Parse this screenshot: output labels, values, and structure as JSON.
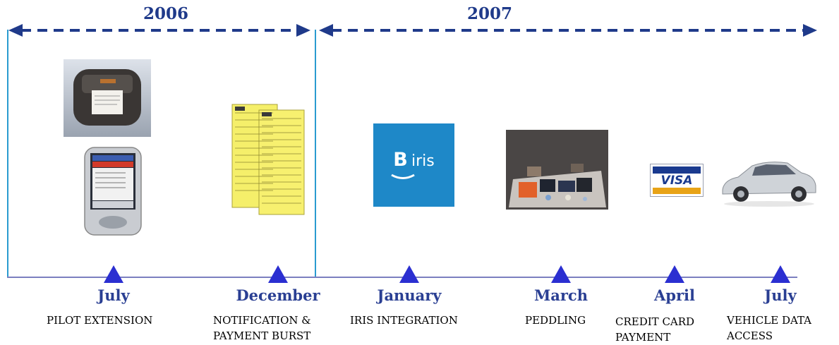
{
  "years": [
    {
      "label": "2006"
    },
    {
      "label": "2007"
    }
  ],
  "milestones": [
    {
      "month": "July",
      "desc": [
        "PILOT EXTENSION"
      ]
    },
    {
      "month": "December",
      "desc": [
        "NOTIFICATION &",
        "PAYMENT BURST"
      ]
    },
    {
      "month": "January",
      "desc": [
        "IRIS INTEGRATION"
      ]
    },
    {
      "month": "March",
      "desc": [
        "PEDDLING"
      ]
    },
    {
      "month": "April",
      "desc": [
        "CREDIT CARD",
        "PAYMENT"
      ]
    },
    {
      "month": "July",
      "desc": [
        "VEHICLE DATA",
        "ACCESS"
      ]
    }
  ],
  "iris_logo": {
    "letter": "B",
    "text": "iris",
    "bg": "#1e88c8"
  },
  "visa_logo": {
    "text": "VISA",
    "blue": "#1a3a8f",
    "gold": "#e8a317"
  },
  "colors": {
    "arrow": "#1f3a8a",
    "triangle": "#2b2fd1",
    "baseline": "#7b7fc0",
    "divider": "#2a9bd0"
  }
}
